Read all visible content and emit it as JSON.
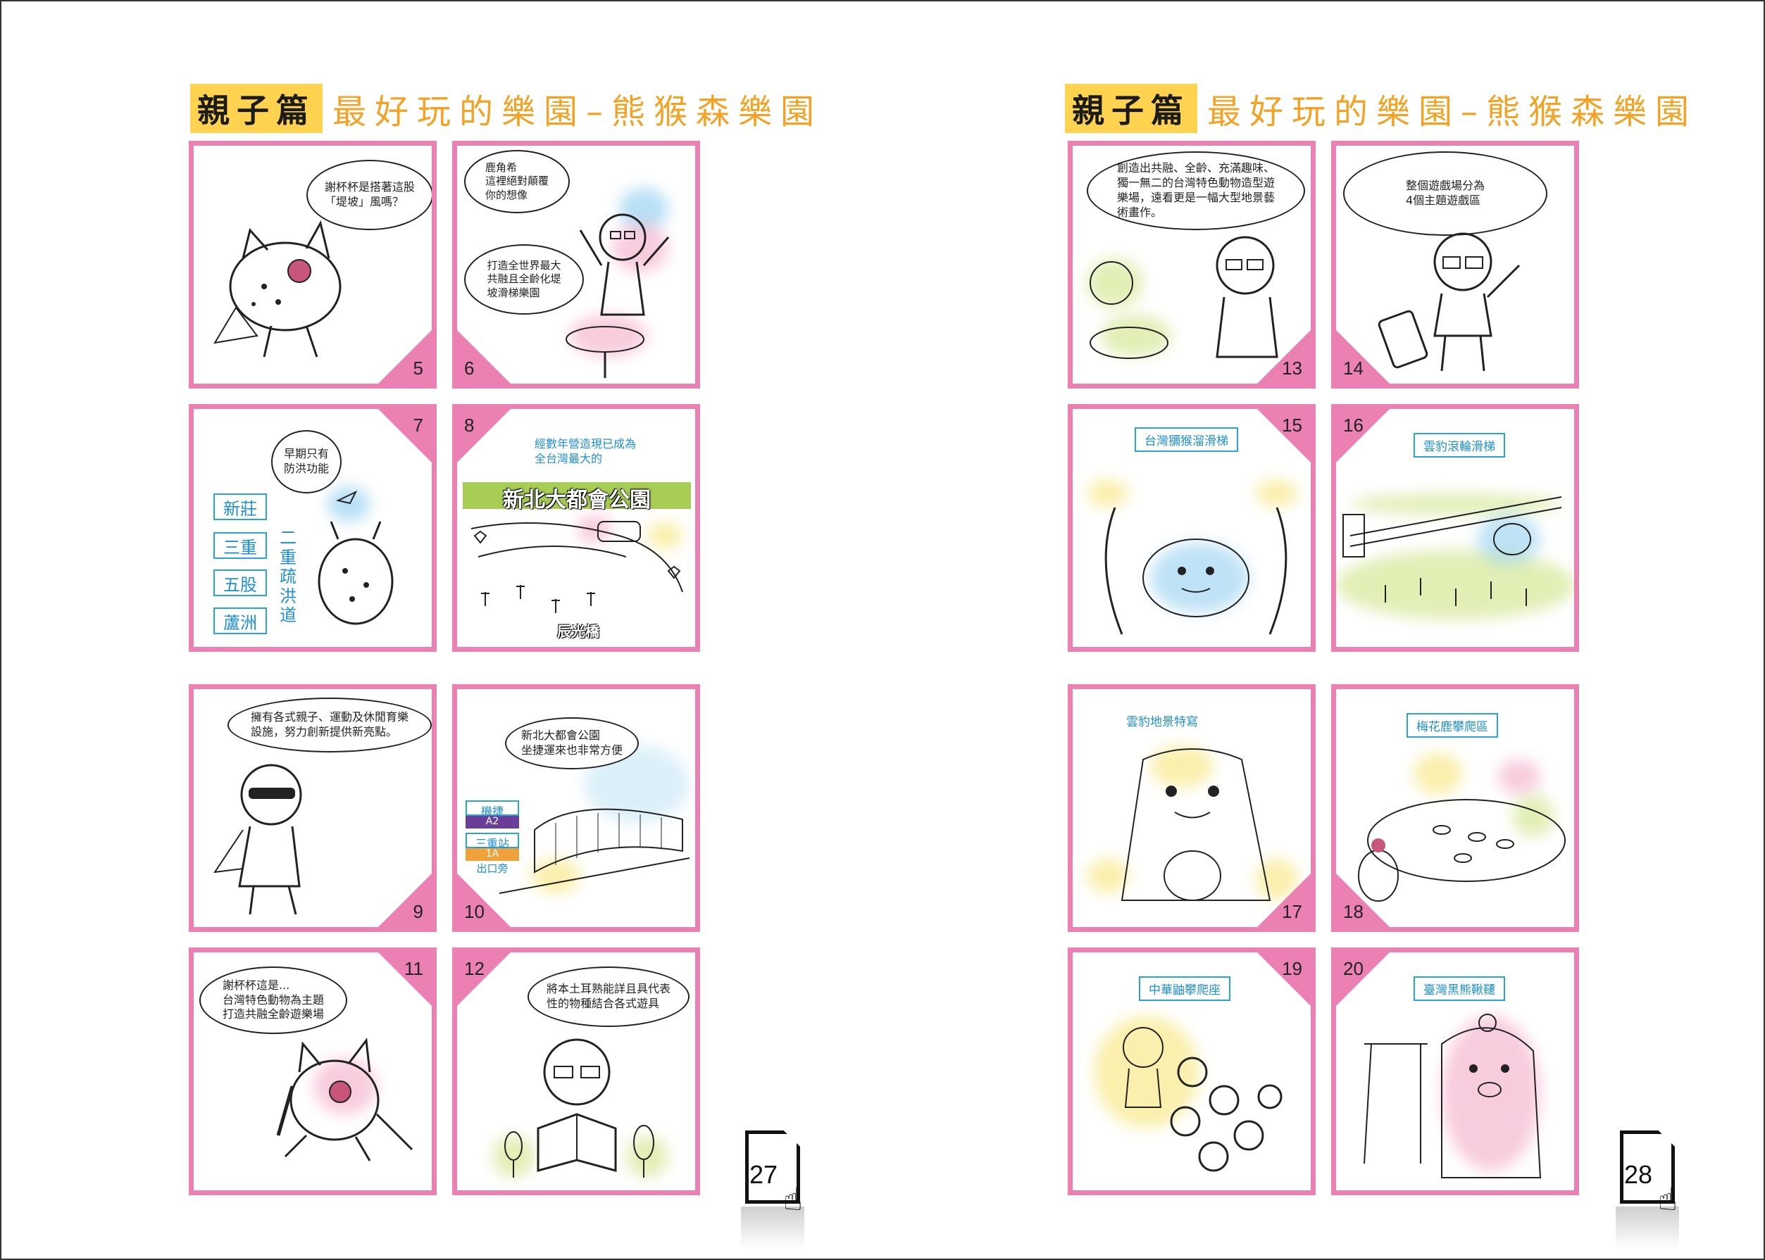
{
  "pages": [
    {
      "title_tag": "親子篇",
      "title_text": "最好玩的樂園–熊猴森樂園",
      "page_number": "27",
      "panels": [
        {
          "num": "5",
          "bubble": "謝杯杯是搭著這股\n「堤坡」風嗎？"
        },
        {
          "num": "6",
          "bubble_top": "鹿角希\n這裡絕對顛覆\n你的想像",
          "bubble_bottom": "打造全世界最大\n共融且全齡化堤\n坡滑梯樂園"
        },
        {
          "num": "7",
          "bubble": "早期只有\n防洪功能",
          "districts": [
            "新莊",
            "三重",
            "五股",
            "蘆洲"
          ],
          "vertical_label": "二重疏洪道"
        },
        {
          "num": "8",
          "caption": "經數年營造現已成為\n全台灣最大的",
          "banner": "新北大都會公園",
          "bottom_label": "辰光橋"
        },
        {
          "num": "9",
          "bubble": "擁有各式親子、運動及休閒育樂\n設施，努力創新提供新亮點。"
        },
        {
          "num": "10",
          "bubble": "新北大都會公園\n坐捷運來也非常方便",
          "metro": {
            "line": "機捷",
            "station_code": "A2",
            "station": "三重站",
            "exit": "1A",
            "exit_label": "出口旁"
          }
        },
        {
          "num": "11",
          "bubble": "謝杯杯這是...\n台灣特色動物為主題\n打造共融全齡遊樂場"
        },
        {
          "num": "12",
          "bubble": "將本土耳熟能詳且具代表\n性的物種結合各式遊具"
        }
      ]
    },
    {
      "title_tag": "親子篇",
      "title_text": "最好玩的樂園–熊猴森樂園",
      "page_number": "28",
      "panels": [
        {
          "num": "13",
          "bubble": "創造出共融、全齡、充滿趣味、\n獨一無二的台灣特色動物造型遊\n樂場，遠看更是一幅大型地景藝\n術畫作。"
        },
        {
          "num": "14",
          "bubble": "整個遊戲場分為\n4個主題遊戲區"
        },
        {
          "num": "15",
          "label": "台灣獼猴溜滑梯"
        },
        {
          "num": "16",
          "label": "雲豹滾輪滑梯"
        },
        {
          "num": "17",
          "label": "雲豹地景特寫"
        },
        {
          "num": "18",
          "label": "梅花鹿攀爬區"
        },
        {
          "num": "19",
          "label": "中華鼬攀爬座"
        },
        {
          "num": "20",
          "label": "臺灣黑熊鞦韆"
        }
      ]
    }
  ],
  "colors": {
    "panel_border": "#eb80b2",
    "title_tag_bg": "#ffd34f",
    "title_text": "#f2a326",
    "label_blue": "#1f8fd0",
    "banner_green": "#a7cd55"
  },
  "icons": [
    "page-doc-icon",
    "pointing-hand-icon"
  ]
}
